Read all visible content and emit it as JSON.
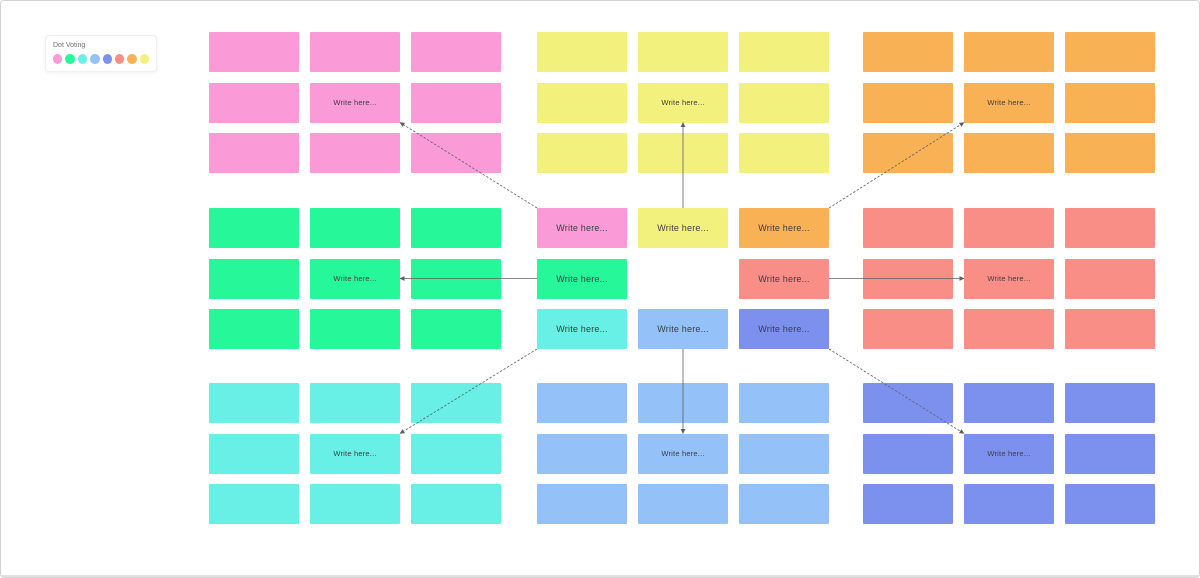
{
  "canvas": {
    "background": "#ffffff",
    "border_color": "#d2d2d2",
    "connector_color": "#5c5f62"
  },
  "placeholder_label": "Write here...",
  "legend": {
    "title": "Dot Voting",
    "dots": [
      {
        "name": "pink-dot",
        "color": "#FA9BD7"
      },
      {
        "name": "green-dot",
        "color": "#26F899"
      },
      {
        "name": "teal-dot",
        "color": "#68F0E6"
      },
      {
        "name": "lightblue-dot",
        "color": "#93C1F8"
      },
      {
        "name": "purple-dot",
        "color": "#7C90EE"
      },
      {
        "name": "red-dot",
        "color": "#F98E86"
      },
      {
        "name": "orange-dot",
        "color": "#F9B156"
      },
      {
        "name": "yellow-dot",
        "color": "#F3F17D"
      }
    ]
  },
  "groups": [
    {
      "id": "pink",
      "color": "#FA9BD7",
      "grid_col": 0,
      "grid_row": 0,
      "rows": 3,
      "cols": 3,
      "center_label": "Write here..."
    },
    {
      "id": "yellow",
      "color": "#F3F17D",
      "grid_col": 1,
      "grid_row": 0,
      "rows": 3,
      "cols": 3,
      "center_label": "Write here..."
    },
    {
      "id": "orange",
      "color": "#F9B156",
      "grid_col": 2,
      "grid_row": 0,
      "rows": 3,
      "cols": 3,
      "center_label": "Write here..."
    },
    {
      "id": "green",
      "color": "#26F899",
      "grid_col": 0,
      "grid_row": 1,
      "rows": 3,
      "cols": 3,
      "center_label": "Write here..."
    },
    {
      "id": "red",
      "color": "#F98E86",
      "grid_col": 2,
      "grid_row": 1,
      "rows": 3,
      "cols": 3,
      "center_label": "Write here..."
    },
    {
      "id": "teal",
      "color": "#68F0E6",
      "grid_col": 0,
      "grid_row": 2,
      "rows": 3,
      "cols": 3,
      "center_label": "Write here..."
    },
    {
      "id": "lightblue",
      "color": "#93C1F8",
      "grid_col": 1,
      "grid_row": 2,
      "rows": 3,
      "cols": 3,
      "center_label": "Write here..."
    },
    {
      "id": "purple",
      "color": "#7C90EE",
      "grid_col": 2,
      "grid_row": 2,
      "rows": 3,
      "cols": 3,
      "center_label": "Write here..."
    }
  ],
  "hub": {
    "grid_col": 1,
    "grid_row": 1,
    "notes": [
      {
        "id": "pink",
        "row": 0,
        "col": 0,
        "label": "Write here..."
      },
      {
        "id": "yellow",
        "row": 0,
        "col": 1,
        "label": "Write here..."
      },
      {
        "id": "orange",
        "row": 0,
        "col": 2,
        "label": "Write here..."
      },
      {
        "id": "green",
        "row": 1,
        "col": 0,
        "label": "Write here..."
      },
      {
        "id": "red",
        "row": 1,
        "col": 2,
        "label": "Write here..."
      },
      {
        "id": "teal",
        "row": 2,
        "col": 0,
        "label": "Write here..."
      },
      {
        "id": "lightblue",
        "row": 2,
        "col": 1,
        "label": "Write here..."
      },
      {
        "id": "purple",
        "row": 2,
        "col": 2,
        "label": "Write here..."
      }
    ]
  },
  "connectors": [
    {
      "group": "pink",
      "hub_anchor": "tl",
      "cluster_anchor": "br"
    },
    {
      "group": "yellow",
      "hub_anchor": "tc",
      "cluster_anchor": "bc"
    },
    {
      "group": "orange",
      "hub_anchor": "tr",
      "cluster_anchor": "bl"
    },
    {
      "group": "green",
      "hub_anchor": "ml",
      "cluster_anchor": "mr"
    },
    {
      "group": "red",
      "hub_anchor": "mr",
      "cluster_anchor": "ml"
    },
    {
      "group": "teal",
      "hub_anchor": "bl",
      "cluster_anchor": "tr"
    },
    {
      "group": "lightblue",
      "hub_anchor": "bc",
      "cluster_anchor": "tc"
    },
    {
      "group": "purple",
      "hub_anchor": "br",
      "cluster_anchor": "tl"
    }
  ]
}
